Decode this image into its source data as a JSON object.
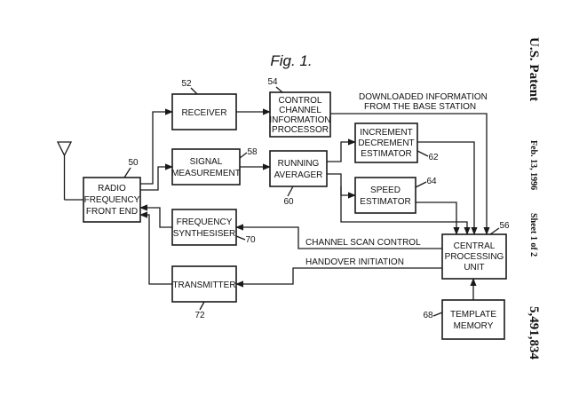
{
  "figure_title": "Fig. 1.",
  "margin": {
    "patent": "U.S. Patent",
    "date": "Feb. 13, 1996",
    "sheet": "Sheet 1 of 2",
    "number": "5,491,834"
  },
  "blocks": {
    "rf_front_end": {
      "lines": [
        "RADIO",
        "FREQUENCY",
        "FRONT END"
      ],
      "ref": "50"
    },
    "receiver": {
      "lines": [
        "RECEIVER"
      ],
      "ref": "52"
    },
    "control_channel": {
      "lines": [
        "CONTROL",
        "CHANNEL",
        "INFORMATION",
        "PROCESSOR"
      ],
      "ref": "54"
    },
    "signal_measurement": {
      "lines": [
        "SIGNAL",
        "MEASUREMENT"
      ],
      "ref": "58"
    },
    "running_averager": {
      "lines": [
        "RUNNING",
        "AVERAGER"
      ],
      "ref": "60"
    },
    "increment_estimator": {
      "lines": [
        "INCREMENT",
        "DECREMENT",
        "ESTIMATOR"
      ],
      "ref": "62"
    },
    "speed_estimator": {
      "lines": [
        "SPEED",
        "ESTIMATOR"
      ],
      "ref": "64"
    },
    "frequency_synthesiser": {
      "lines": [
        "FREQUENCY",
        "SYNTHESISER"
      ],
      "ref": "70"
    },
    "transmitter": {
      "lines": [
        "TRANSMITTER"
      ],
      "ref": "72"
    },
    "cpu": {
      "lines": [
        "CENTRAL",
        "PROCESSING",
        "UNIT"
      ],
      "ref": "56"
    },
    "template_memory": {
      "lines": [
        "TEMPLATE",
        "MEMORY"
      ],
      "ref": "68"
    }
  },
  "signals": {
    "downloaded_1": "DOWNLOADED INFORMATION",
    "downloaded_2": "FROM THE BASE STATION",
    "channel_scan": "CHANNEL SCAN CONTROL",
    "handover": "HANDOVER INITIATION"
  }
}
